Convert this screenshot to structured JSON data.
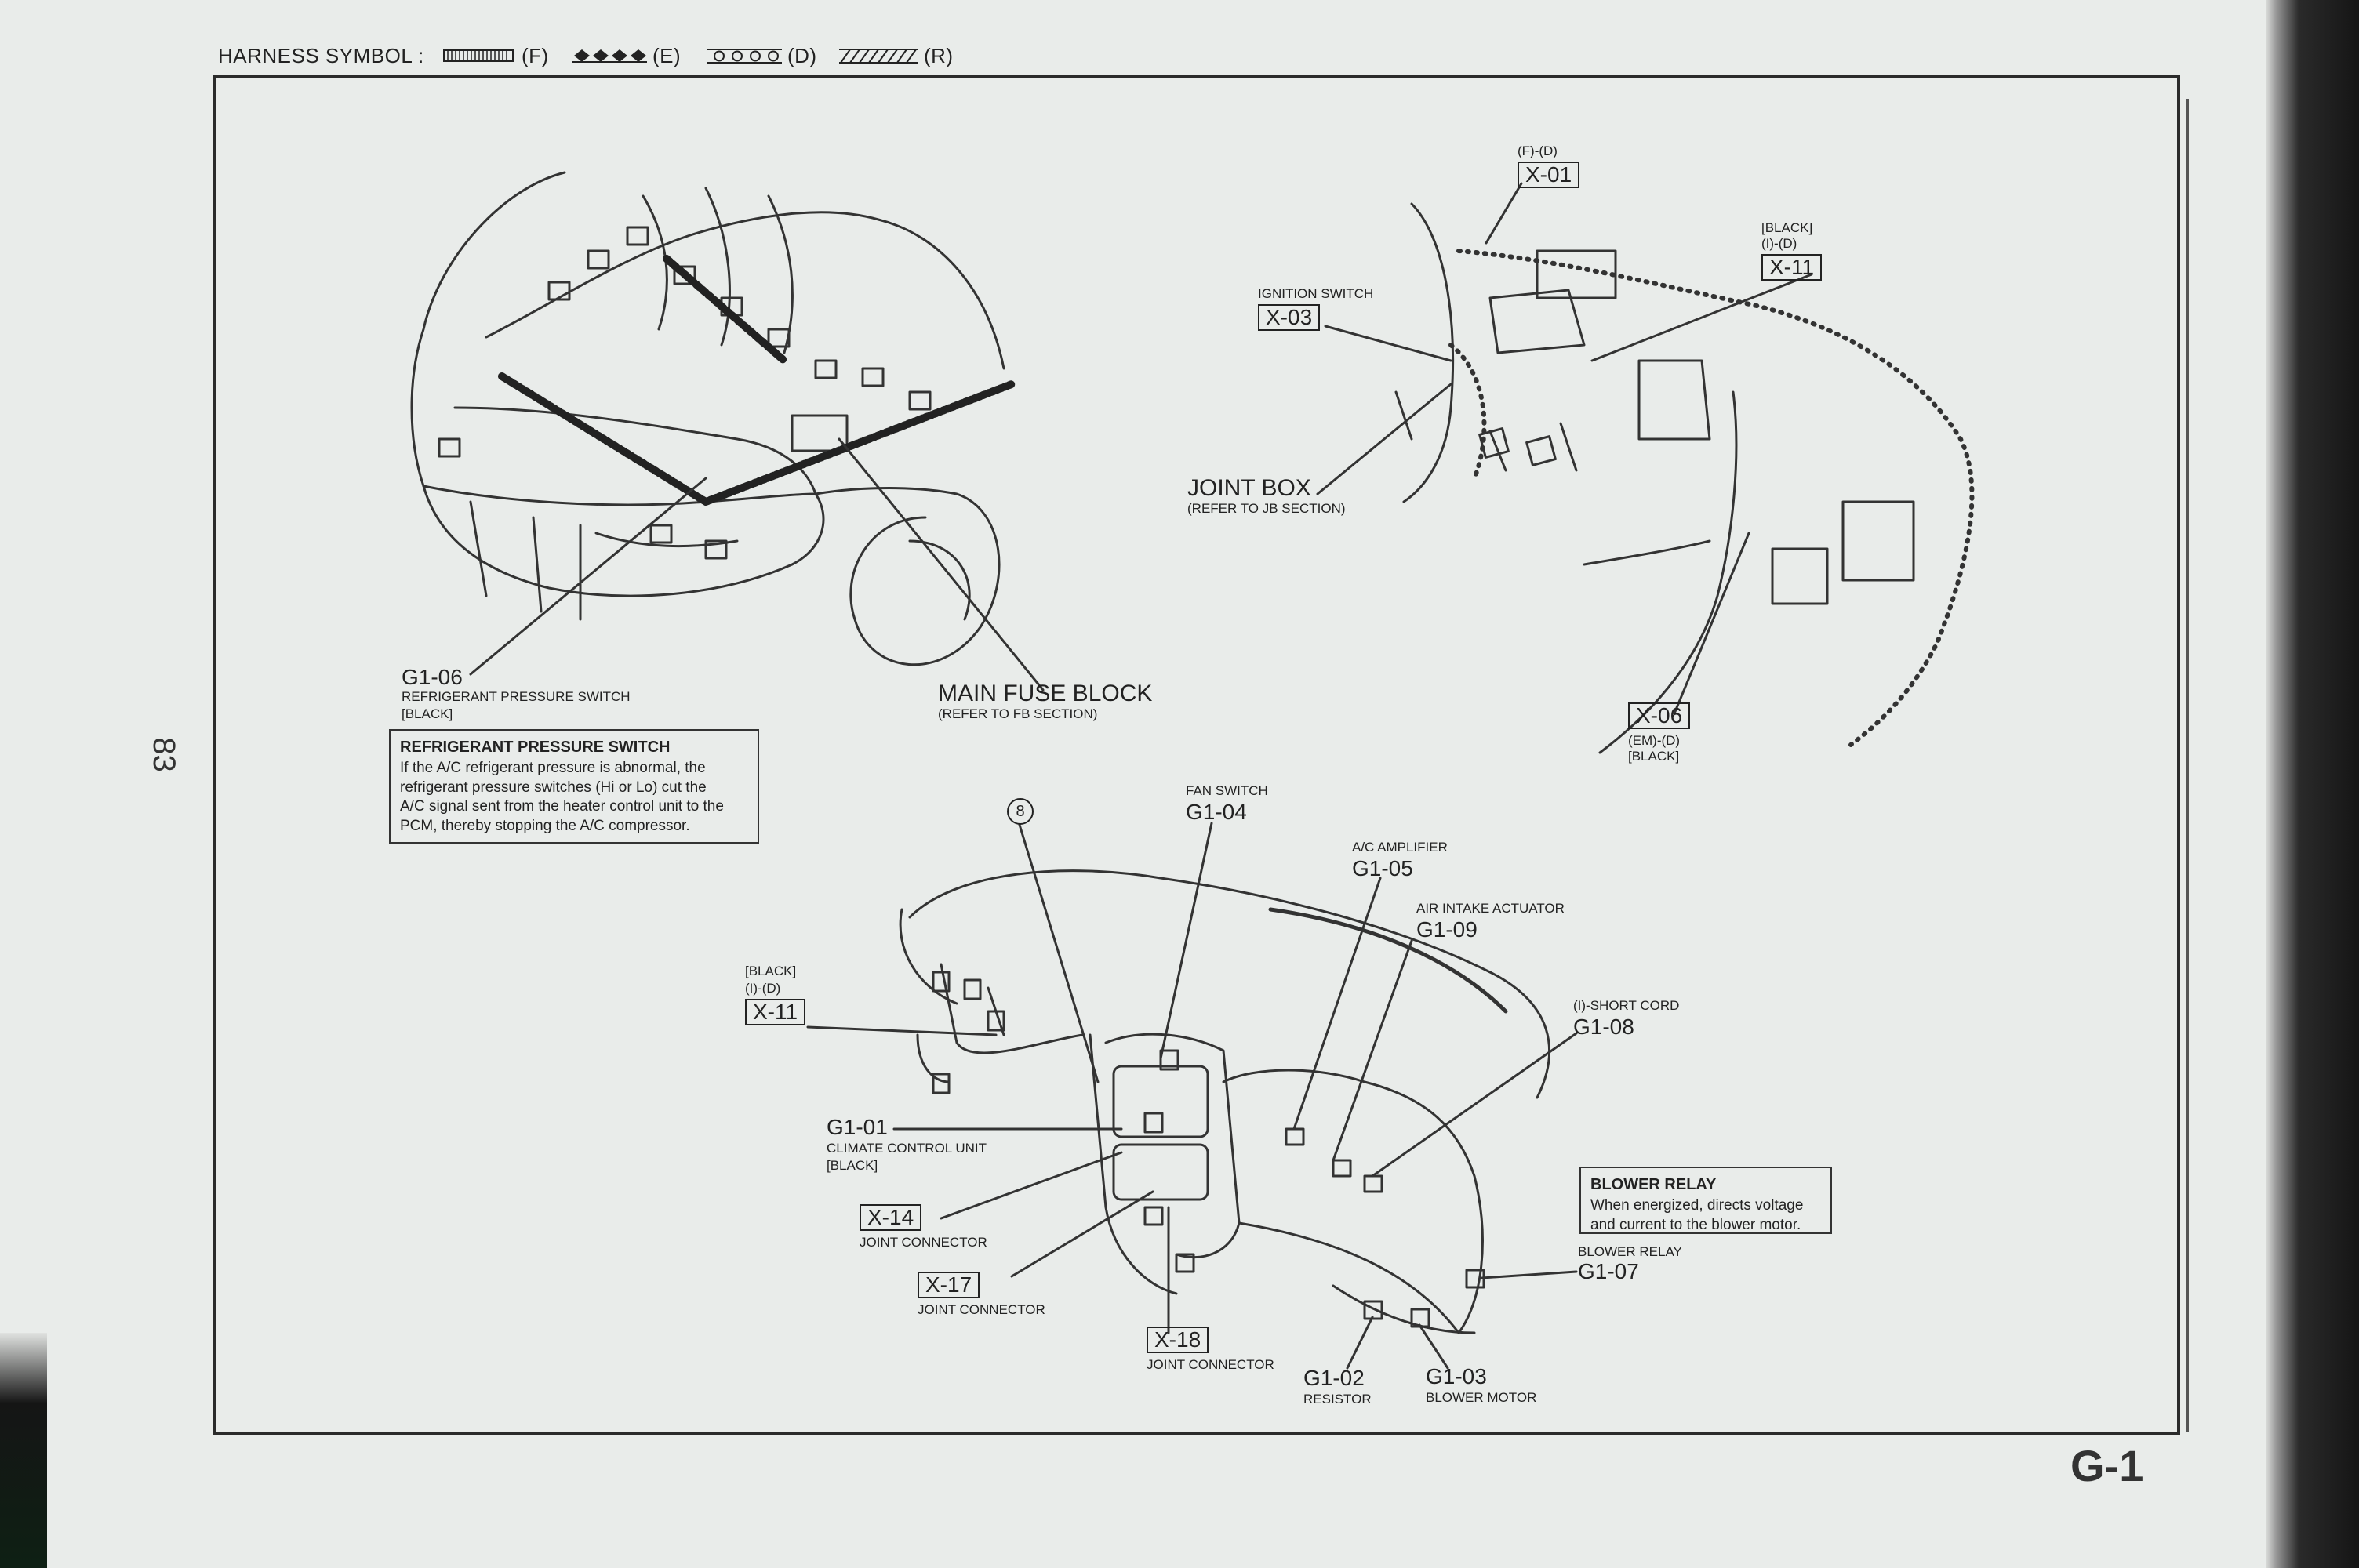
{
  "header": {
    "harness_symbol_label": "HARNESS SYMBOL :",
    "symbols": [
      {
        "code": "(F)",
        "style": "dense-hatch"
      },
      {
        "code": "(E)",
        "style": "diamonds"
      },
      {
        "code": "(D)",
        "style": "circles"
      },
      {
        "code": "(R)",
        "style": "slant-hatch"
      }
    ]
  },
  "page_number": "83",
  "page_code": "G-1",
  "engine_view": {
    "g1_06": {
      "code": "G1-06",
      "name": "REFRIGERANT PRESSURE SWITCH",
      "color": "[BLACK]"
    },
    "main_fuse_block": {
      "name": "MAIN FUSE BLOCK",
      "ref": "(REFER TO FB SECTION)"
    },
    "note": {
      "title": "REFRIGERANT PRESSURE SWITCH",
      "lines": [
        "If the A/C refrigerant pressure is abnormal, the",
        "refrigerant pressure switches (Hi or Lo) cut the",
        "A/C signal sent from the heater control unit to the",
        "PCM, thereby stopping the A/C compressor."
      ]
    }
  },
  "dash_view": {
    "x01": {
      "code": "X-01",
      "harness": "(F)-(D)"
    },
    "x11": {
      "code": "X-11",
      "color": "[BLACK]",
      "harness": "(I)-(D)"
    },
    "x03": {
      "code": "X-03",
      "name": "IGNITION SWITCH"
    },
    "joint_box": {
      "name": "JOINT BOX",
      "ref": "(REFER TO JB SECTION)"
    },
    "x06": {
      "code": "X-06",
      "harness": "(EM)-(D)",
      "color": "[BLACK]"
    }
  },
  "panel_view": {
    "circle_ref": "8",
    "g1_04": {
      "code": "G1-04",
      "name": "FAN SWITCH"
    },
    "g1_05": {
      "code": "G1-05",
      "name": "A/C AMPLIFIER"
    },
    "g1_09": {
      "code": "G1-09",
      "name": "AIR INTAKE ACTUATOR"
    },
    "g1_08": {
      "code": "G1-08",
      "name": "(I)-SHORT CORD"
    },
    "x11": {
      "code": "X-11",
      "color": "[BLACK]",
      "harness": "(I)-(D)"
    },
    "g1_01": {
      "code": "G1-01",
      "name": "CLIMATE CONTROL UNIT",
      "color": "[BLACK]"
    },
    "x14": {
      "code": "X-14",
      "name": "JOINT CONNECTOR"
    },
    "x17": {
      "code": "X-17",
      "name": "JOINT CONNECTOR"
    },
    "x18": {
      "code": "X-18",
      "name": "JOINT CONNECTOR"
    },
    "g1_07": {
      "code": "G1-07",
      "name": "BLOWER RELAY"
    },
    "g1_02": {
      "code": "G1-02",
      "name": "RESISTOR"
    },
    "g1_03": {
      "code": "G1-03",
      "name": "BLOWER MOTOR"
    },
    "note": {
      "title": "BLOWER RELAY",
      "lines": [
        "When energized, directs voltage",
        "and current to the blower motor."
      ]
    }
  },
  "colors": {
    "paper": "#e9ecea",
    "ink": "#222222"
  }
}
